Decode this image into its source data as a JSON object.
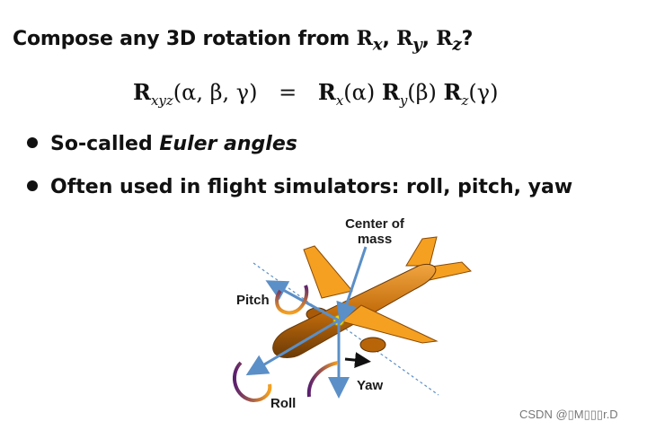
{
  "heading": {
    "text": "Compose any 3D rotation from",
    "m1": "R",
    "s1": "x",
    "m2": "R",
    "s2": "y",
    "m3": "R",
    "s3": "z",
    "comma": ",",
    "end": "?"
  },
  "formula": {
    "lhs_R": "R",
    "lhs_sub": "xyz",
    "lhs_args": "(α, β, γ)",
    "eq": "=",
    "t1_R": "R",
    "t1_sub": "x",
    "t1_arg": "(α)",
    "t2_R": "R",
    "t2_sub": "y",
    "t2_arg": "(β)",
    "t3_R": "R",
    "t3_sub": "z",
    "t3_arg": "(γ)"
  },
  "bullets": {
    "b1_prefix": "So-called ",
    "b1_emph": "Euler angles",
    "b2": "Often used in flight simulators: roll, pitch, yaw"
  },
  "figure": {
    "center_label_1": "Center of",
    "center_label_2": "mass",
    "pitch": "Pitch",
    "roll": "Roll",
    "yaw": "Yaw"
  },
  "watermark": "CSDN @▯M▯▯▯r.D",
  "colors": {
    "plane_body": "#c9700a",
    "plane_wing": "#f5a020",
    "arrow_blue": "#5b8fc7",
    "center_dot": "#f6d200"
  }
}
